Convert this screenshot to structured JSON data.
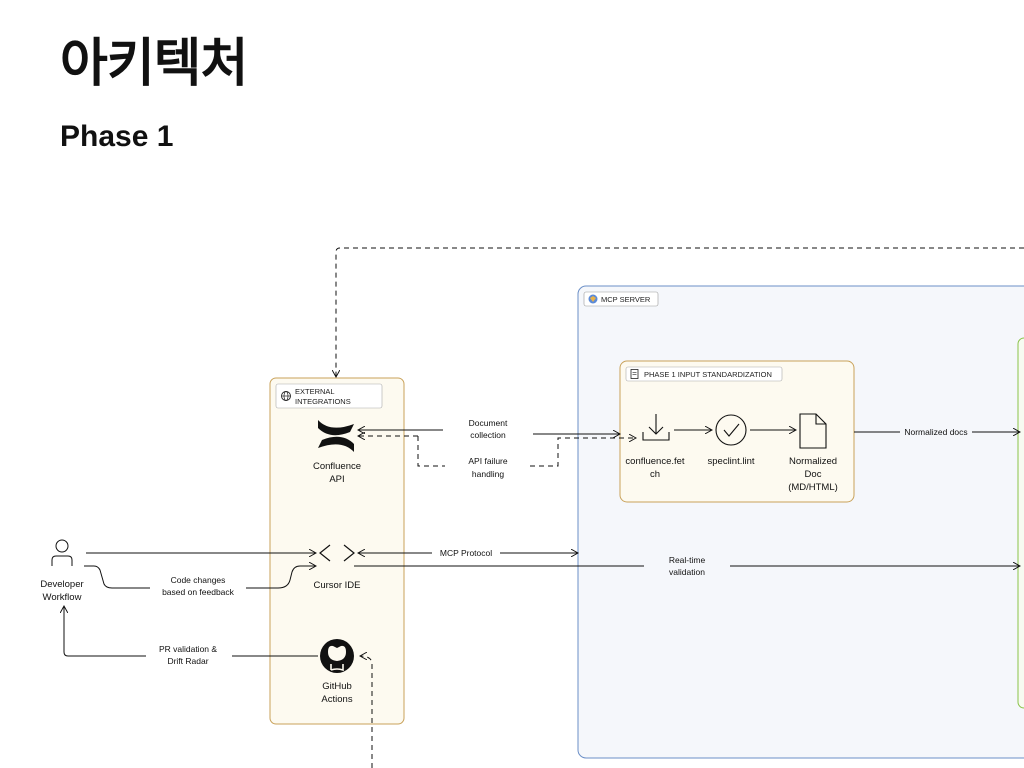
{
  "title": "아키텍처",
  "subtitle": "Phase 1",
  "colors": {
    "mcp_border": "#6b8fc7",
    "mcp_fill": "#f5f7fb",
    "group_border": "#c9a25a",
    "group_fill": "#fdfaf0",
    "green_border": "#8bc34a",
    "line": "#111111"
  },
  "groups": {
    "external": {
      "label_1": "EXTERNAL",
      "label_2": "INTEGRATIONS",
      "icon": "globe-icon"
    },
    "mcp_server": {
      "label": "MCP SERVER",
      "icon": "gem-icon"
    },
    "phase1": {
      "label": "PHASE 1 INPUT STANDARDIZATION",
      "icon": "document-icon"
    }
  },
  "nodes": {
    "developer": {
      "line1": "Developer",
      "line2": "Workflow",
      "icon": "user-icon"
    },
    "confluence": {
      "line1": "Confluence",
      "line2": "API",
      "icon": "confluence-icon"
    },
    "cursor": {
      "label": "Cursor IDE",
      "icon": "code-brackets-icon"
    },
    "github": {
      "line1": "GitHub",
      "line2": "Actions",
      "icon": "github-icon"
    },
    "fetch": {
      "line1": "confluence.fet",
      "line2": "ch",
      "icon": "download-icon"
    },
    "lint": {
      "label": "speclint.lint",
      "icon": "check-circle-icon"
    },
    "normalized": {
      "line1": "Normalized",
      "line2": "Doc",
      "line3": "(MD/HTML)",
      "icon": "file-icon"
    }
  },
  "edges": {
    "doc_collection": {
      "line1": "Document",
      "line2": "collection"
    },
    "api_failure": {
      "line1": "API failure",
      "line2": "handling"
    },
    "mcp_protocol": {
      "label": "MCP Protocol"
    },
    "code_changes": {
      "line1": "Code changes",
      "line2": "based on feedback"
    },
    "realtime": {
      "line1": "Real-time",
      "line2": "validation"
    },
    "pr_validation": {
      "line1": "PR validation &",
      "line2": "Drift Radar"
    },
    "normalized_docs": {
      "label": "Normalized docs"
    }
  }
}
